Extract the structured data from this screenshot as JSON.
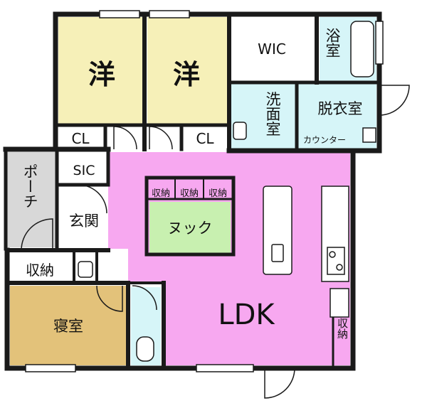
{
  "rooms": {
    "western_1": "洋",
    "western_2": "洋",
    "closet_1": "CL",
    "closet_2": "CL",
    "wic": "WIC",
    "bath": "浴室",
    "washroom": "洗面室",
    "dressing": "脱衣室",
    "counter": "カウンター",
    "porch": "ポーチ",
    "sic": "SIC",
    "entrance": "玄関",
    "storage_1": "収納",
    "storage_2": "収納",
    "storage_3": "収納",
    "storage_4": "収納",
    "storage_5": "収納",
    "nook": "ヌック",
    "bedroom": "寝室",
    "ldk": "LDK"
  },
  "colors": {
    "western": "#f6f0b8",
    "ldk": "#f7a8f0",
    "bedroom": "#e3c27a",
    "nook": "#c8f0b0",
    "wet": "#d6f5f8",
    "porch": "#d8d8d8",
    "wall": "#1a1a1a"
  }
}
